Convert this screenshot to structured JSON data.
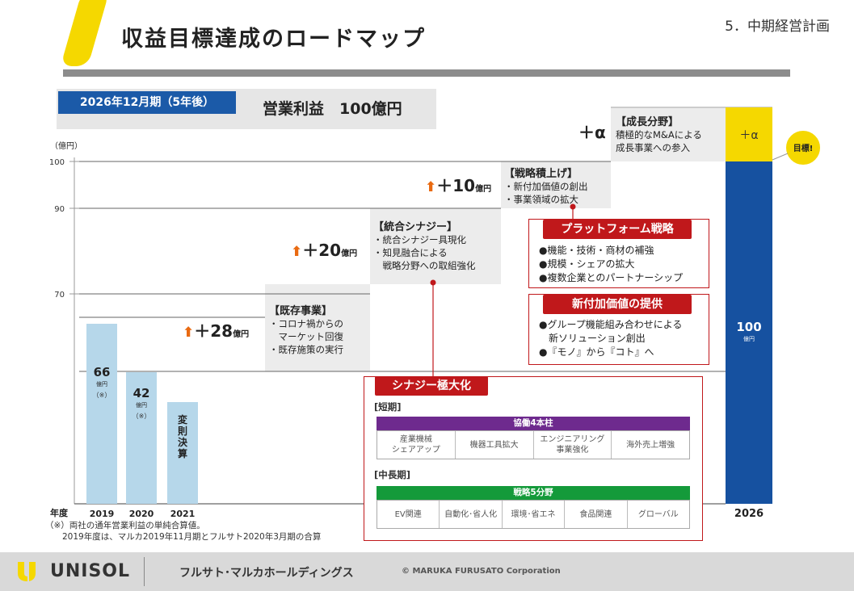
{
  "header": {
    "title": "収益目標達成のロードマップ",
    "section": "5．中期経営計画"
  },
  "target": {
    "period": "2026年12月期（5年後）",
    "value": "営業利益　100億円"
  },
  "chart_data": {
    "type": "bar",
    "ylabel": "（億円）",
    "xlabel": "年度",
    "yticks": [
      70,
      90,
      100
    ],
    "categories": [
      "2019",
      "2020",
      "2021",
      "2026"
    ],
    "values": [
      66,
      42,
      null,
      100
    ],
    "bar_labels": [
      "66",
      "42",
      "変則決算",
      "100"
    ],
    "bar_units": [
      "億円",
      "億円",
      "",
      "億円"
    ],
    "bar_notes": [
      "（※）",
      "（※）",
      "",
      ""
    ],
    "colors": {
      "past": "#b6d7ea",
      "target": "#1651a0",
      "alpha": "#f5d800"
    },
    "increments": [
      {
        "label": "＋28",
        "unit": "億円"
      },
      {
        "label": "＋20",
        "unit": "億円"
      },
      {
        "label": "＋10",
        "unit": "億円"
      },
      {
        "label": "＋α",
        "unit": ""
      }
    ],
    "alpha_label": "＋α",
    "goal_label": "目標!"
  },
  "steps": [
    {
      "title": "【既存事業】",
      "lines": [
        "・コロナ禍からの",
        "　マーケット回復",
        "・既存施策の実行"
      ]
    },
    {
      "title": "【統合シナジー】",
      "lines": [
        "・統合シナジー具現化",
        "・知見融合による",
        "　戦略分野への取組強化"
      ]
    },
    {
      "title": "【戦略積上げ】",
      "lines": [
        "・新付加価値の創出",
        "・事業領域の拡大"
      ]
    },
    {
      "title": "【成長分野】",
      "lines": [
        "積極的なM&Aによる",
        "成長事業への参入"
      ]
    }
  ],
  "platform": {
    "title": "プラットフォーム戦略",
    "items": [
      "●機能・技術・商材の補強",
      "●規模・シェアの拡大",
      "●複数企業とのパートナーシップ"
    ]
  },
  "newvalue": {
    "title": "新付加価値の提供",
    "items": [
      "●グループ機能組み合わせによる",
      "　新ソリューション創出",
      "●『モノ』から『コト』へ"
    ]
  },
  "synergy": {
    "title": "シナジー極大化",
    "short_label": "[短期]",
    "short_head": "協働4本柱",
    "short_items": [
      "産業機械\nシェアアップ",
      "機器工具拡大",
      "エンジニアリング\n事業強化",
      "海外売上増強"
    ],
    "long_label": "[中長期]",
    "long_head": "戦略5分野",
    "long_items": [
      "EV関連",
      "自動化･省人化",
      "環境･省エネ",
      "食品関連",
      "グローバル"
    ]
  },
  "notes": [
    "（※）両社の通年営業利益の単純合算値。",
    "　　2019年度は、マルカ2019年11月期とフルサト2020年3月期の合算"
  ],
  "footer": {
    "brand": "UNISOL",
    "holdings": "フルサト･マルカホールディングス",
    "copyright": "© MARUKA FURUSATO Corporation"
  }
}
